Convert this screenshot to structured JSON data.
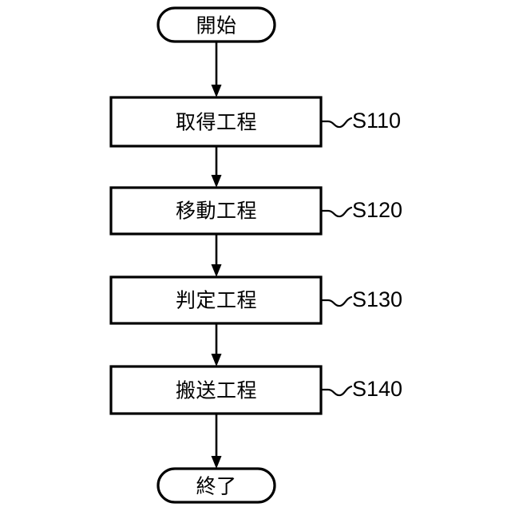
{
  "diagram": {
    "type": "flowchart",
    "orientation": "vertical",
    "background_color": "#ffffff",
    "line_color": "#000000",
    "nodes": [
      {
        "id": "start",
        "kind": "terminator",
        "label": "開始",
        "step": ""
      },
      {
        "id": "s110",
        "kind": "process",
        "label": "取得工程",
        "step": "S110"
      },
      {
        "id": "s120",
        "kind": "process",
        "label": "移動工程",
        "step": "S120"
      },
      {
        "id": "s130",
        "kind": "process",
        "label": "判定工程",
        "step": "S130"
      },
      {
        "id": "s140",
        "kind": "process",
        "label": "搬送工程",
        "step": "S140"
      },
      {
        "id": "end",
        "kind": "terminator",
        "label": "終了",
        "step": ""
      }
    ],
    "edges": [
      {
        "from": "start",
        "to": "s110",
        "arrow": true
      },
      {
        "from": "s110",
        "to": "s120",
        "arrow": true
      },
      {
        "from": "s120",
        "to": "s130",
        "arrow": true
      },
      {
        "from": "s130",
        "to": "s140",
        "arrow": true
      },
      {
        "from": "s140",
        "to": "end",
        "arrow": true
      }
    ]
  }
}
